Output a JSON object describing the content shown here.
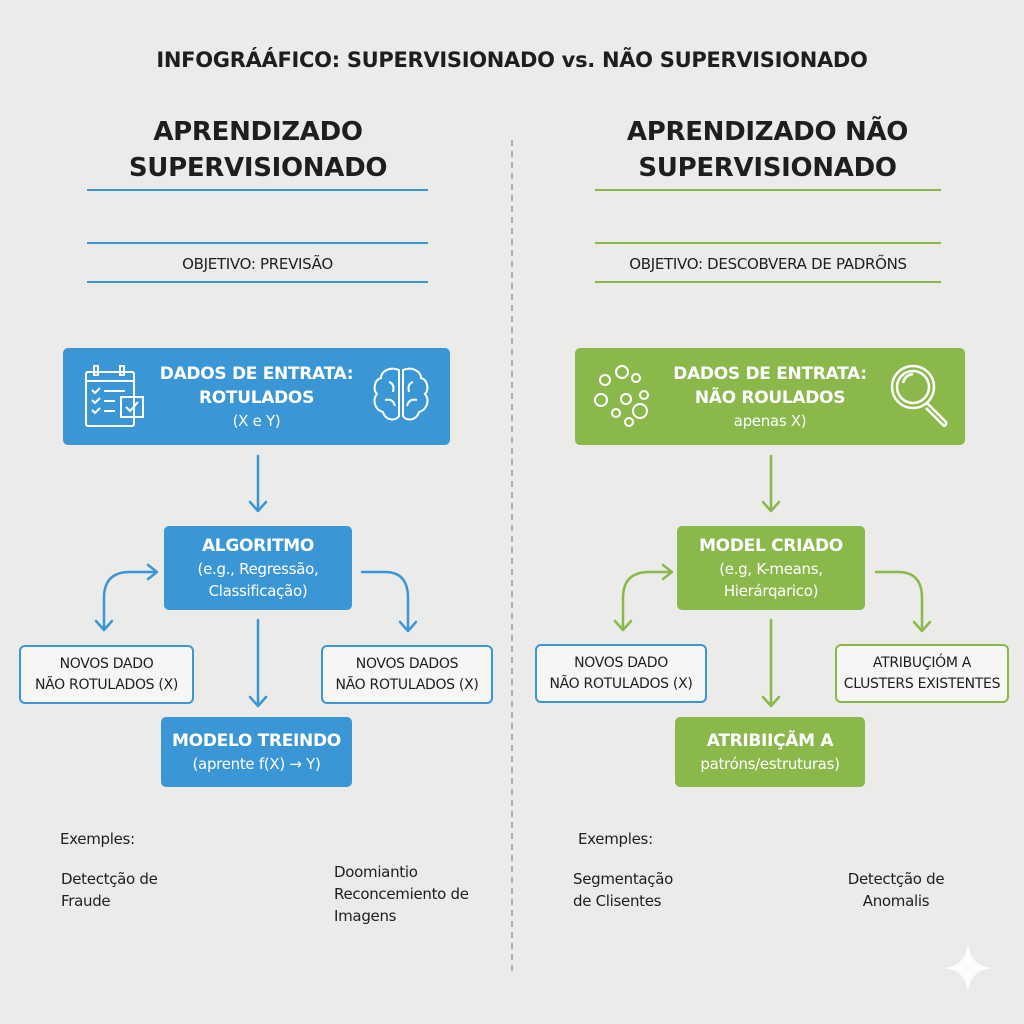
{
  "title": "INFOGRÁÁFICO: SUPERVISIONADO vs. NÃO SUPERVISIONADO",
  "colors": {
    "supervised": "#3a96d4",
    "unsupervised": "#8ab84a",
    "background": "#ebebea"
  },
  "supervised": {
    "heading": [
      "APRENDIZADO",
      "SUPERVISIONADO"
    ],
    "objective": "OBJETIVO: PREVISÃO",
    "input": {
      "lines": [
        "DADOS DE ENTRATA:",
        "ROTULADOS",
        "(X e Y)"
      ],
      "icons": [
        "checklist-icon",
        "brain-icon"
      ]
    },
    "algorithm": {
      "lines": [
        "ALGORITMO",
        "(e.g., Regressão,",
        "Classificação)"
      ]
    },
    "left_output": [
      "NOVOS DADO",
      "NÃO ROTULADOS (X)"
    ],
    "right_output": [
      "NOVOS DADOS",
      "NÃO ROTULADOS (X)"
    ],
    "model": {
      "lines": [
        "MODELO TREINDO",
        "(aprente f(X) → Y)"
      ]
    },
    "examples_label": "Exemples:",
    "examples": [
      [
        "Detectção de",
        "Fraude"
      ],
      [
        "Doomiantio",
        "Reconcemiento de",
        "Imagens"
      ]
    ]
  },
  "unsupervised": {
    "heading": [
      "APRENDIZADO NÃO",
      "SUPERVISIONADO"
    ],
    "objective": "OBJETIVO: DESCOBVERA DE PADRÕNS",
    "input": {
      "lines": [
        "DADOS DE ENTRATA:",
        "NÃO ROULADOS",
        "apenas X)"
      ],
      "icons": [
        "bubbles-icon",
        "magnifier-icon"
      ]
    },
    "algorithm": {
      "lines": [
        "MODEL CRIADO",
        "(e.g, K-means,",
        "Hierárqarico)"
      ]
    },
    "left_output": [
      "NOVOS DADO",
      "NÃO ROTULADOS (X)"
    ],
    "right_output": [
      "ATRIBUÇIÓM A",
      "CLUSTERS EXISTENTES"
    ],
    "model": {
      "lines": [
        "ATRIBIIÇÃM A",
        "patróns/estruturas)"
      ]
    },
    "examples_label": "Exemples:",
    "examples": [
      [
        "Segmentação",
        "de Clisentes"
      ],
      [
        "Detectção de",
        "Anomalis"
      ]
    ]
  }
}
